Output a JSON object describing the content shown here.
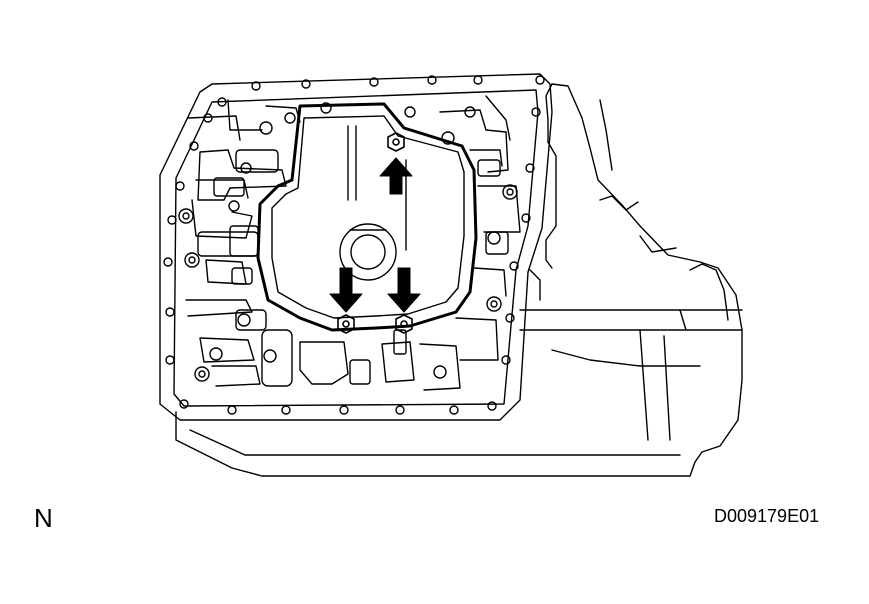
{
  "figure": {
    "view_label": "N",
    "figure_code": "D009179E01"
  },
  "callouts": [
    {
      "name": "top-bolt-arrow",
      "direction": "up"
    },
    {
      "name": "bottom-left-bolt-arrow",
      "direction": "down"
    },
    {
      "name": "bottom-right-bolt-arrow",
      "direction": "down"
    }
  ],
  "colors": {
    "line": "#000000",
    "background": "#ffffff"
  }
}
